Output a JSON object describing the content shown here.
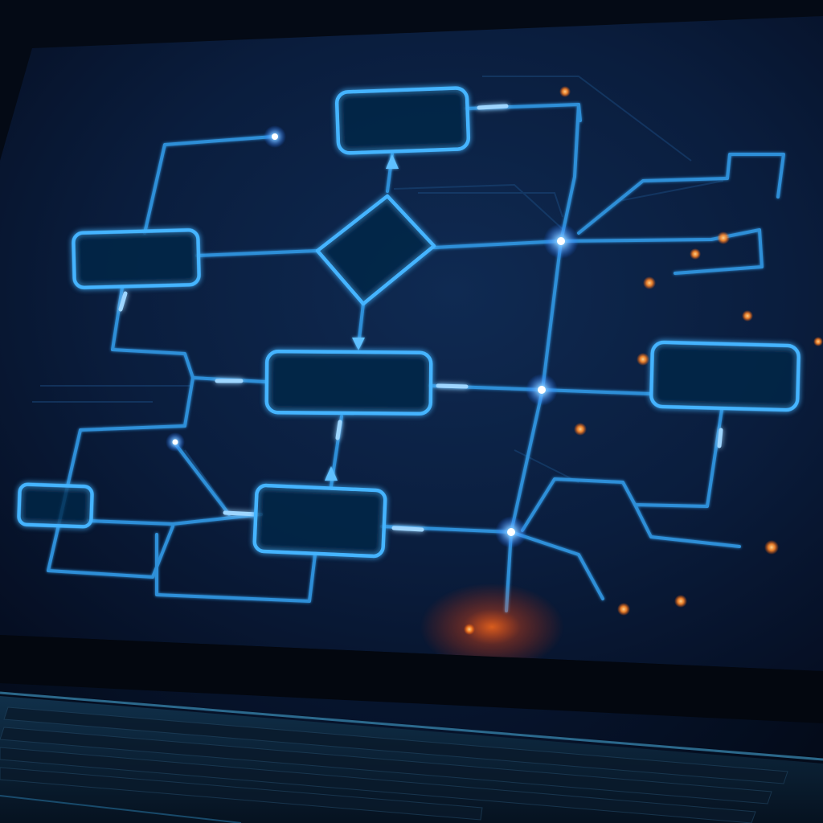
{
  "colors": {
    "background": "#071631",
    "bezel": "#050b16",
    "node_stroke": "#3fa9f5",
    "node_glow": "#1e90ff",
    "connector": "#2f8fd8",
    "bright_node": "#e8f4ff",
    "warm_particle": "#ff8a2a",
    "warm_glow": "#ff5a1a"
  },
  "diagram": {
    "nodes": [
      {
        "id": "process-top",
        "shape": "rounded-rect"
      },
      {
        "id": "decision",
        "shape": "diamond"
      },
      {
        "id": "process-left",
        "shape": "rounded-rect"
      },
      {
        "id": "process-center",
        "shape": "rounded-rect"
      },
      {
        "id": "process-lower",
        "shape": "rounded-rect"
      },
      {
        "id": "process-small-left",
        "shape": "rounded-rect"
      },
      {
        "id": "process-right",
        "shape": "rounded-rect"
      }
    ],
    "icons": [
      "laptop-icon",
      "keyboard-icon"
    ]
  }
}
